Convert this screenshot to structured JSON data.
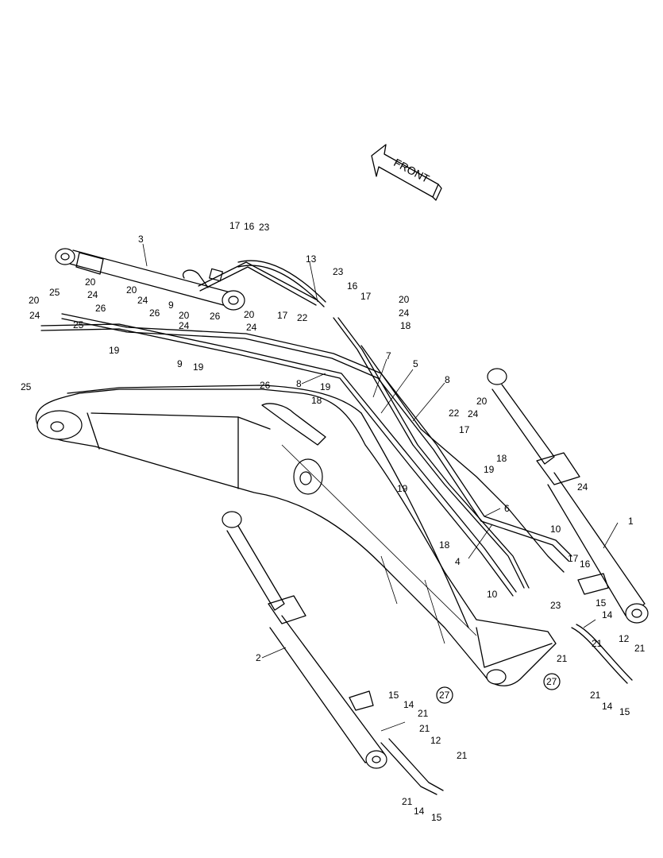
{
  "front_label": "FRONT",
  "callouts": [
    {
      "id": "c1",
      "text": "1"
    },
    {
      "id": "c2",
      "text": "2"
    },
    {
      "id": "c3",
      "text": "3"
    },
    {
      "id": "c4",
      "text": "4"
    },
    {
      "id": "c5",
      "text": "5"
    },
    {
      "id": "c6",
      "text": "6"
    },
    {
      "id": "c7",
      "text": "7"
    },
    {
      "id": "c8a",
      "text": "8"
    },
    {
      "id": "c8b",
      "text": "8"
    },
    {
      "id": "c9a",
      "text": "9"
    },
    {
      "id": "c9b",
      "text": "9"
    },
    {
      "id": "c10a",
      "text": "10"
    },
    {
      "id": "c10b",
      "text": "10"
    },
    {
      "id": "c12a",
      "text": "12"
    },
    {
      "id": "c12b",
      "text": "12"
    },
    {
      "id": "c13",
      "text": "13"
    },
    {
      "id": "c14a",
      "text": "14"
    },
    {
      "id": "c14b",
      "text": "14"
    },
    {
      "id": "c14c",
      "text": "14"
    },
    {
      "id": "c14d",
      "text": "14"
    },
    {
      "id": "c15a",
      "text": "15"
    },
    {
      "id": "c15b",
      "text": "15"
    },
    {
      "id": "c15c",
      "text": "15"
    },
    {
      "id": "c15d",
      "text": "15"
    },
    {
      "id": "c16a",
      "text": "16"
    },
    {
      "id": "c16b",
      "text": "16"
    },
    {
      "id": "c16c",
      "text": "16"
    },
    {
      "id": "c17a",
      "text": "17"
    },
    {
      "id": "c17b",
      "text": "17"
    },
    {
      "id": "c17c",
      "text": "17"
    },
    {
      "id": "c17d",
      "text": "17"
    },
    {
      "id": "c17e",
      "text": "17"
    },
    {
      "id": "c18a",
      "text": "18"
    },
    {
      "id": "c18b",
      "text": "18"
    },
    {
      "id": "c18c",
      "text": "18"
    },
    {
      "id": "c18d",
      "text": "18"
    },
    {
      "id": "c19a",
      "text": "19"
    },
    {
      "id": "c19b",
      "text": "19"
    },
    {
      "id": "c19c",
      "text": "19"
    },
    {
      "id": "c19d",
      "text": "19"
    },
    {
      "id": "c19e",
      "text": "19"
    },
    {
      "id": "c20a",
      "text": "20"
    },
    {
      "id": "c20b",
      "text": "20"
    },
    {
      "id": "c20c",
      "text": "20"
    },
    {
      "id": "c20d",
      "text": "20"
    },
    {
      "id": "c20e",
      "text": "20"
    },
    {
      "id": "c20f",
      "text": "20"
    },
    {
      "id": "c20g",
      "text": "20"
    },
    {
      "id": "c21a",
      "text": "21"
    },
    {
      "id": "c21b",
      "text": "21"
    },
    {
      "id": "c21c",
      "text": "21"
    },
    {
      "id": "c21d",
      "text": "21"
    },
    {
      "id": "c21e",
      "text": "21"
    },
    {
      "id": "c21f",
      "text": "21"
    },
    {
      "id": "c21g",
      "text": "21"
    },
    {
      "id": "c21h",
      "text": "21"
    },
    {
      "id": "c22a",
      "text": "22"
    },
    {
      "id": "c22b",
      "text": "22"
    },
    {
      "id": "c23a",
      "text": "23"
    },
    {
      "id": "c23b",
      "text": "23"
    },
    {
      "id": "c23c",
      "text": "23"
    },
    {
      "id": "c24a",
      "text": "24"
    },
    {
      "id": "c24b",
      "text": "24"
    },
    {
      "id": "c24c",
      "text": "24"
    },
    {
      "id": "c24d",
      "text": "24"
    },
    {
      "id": "c24e",
      "text": "24"
    },
    {
      "id": "c24f",
      "text": "24"
    },
    {
      "id": "c24g",
      "text": "24"
    },
    {
      "id": "c24h",
      "text": "24"
    },
    {
      "id": "c25a",
      "text": "25"
    },
    {
      "id": "c25b",
      "text": "25"
    },
    {
      "id": "c25c",
      "text": "25"
    },
    {
      "id": "c26a",
      "text": "26"
    },
    {
      "id": "c26b",
      "text": "26"
    },
    {
      "id": "c26c",
      "text": "26"
    },
    {
      "id": "c26d",
      "text": "26"
    },
    {
      "id": "c27a",
      "text": "27"
    },
    {
      "id": "c27b",
      "text": "27"
    }
  ]
}
